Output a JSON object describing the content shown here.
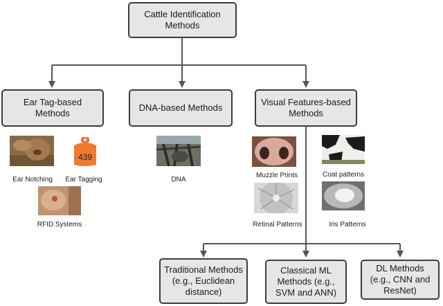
{
  "nodes": {
    "root": "Cattle Identification\nMethods",
    "ear_tag": "Ear Tag-based\nMethods",
    "dna": "DNA-based Methods",
    "visual": "Visual Features-based\nMethods",
    "traditional": "Traditional Methods\n(e.g., Euclidean\ndistance)",
    "classical_ml": "Classical ML\nMethods (e.g.,\nSVM and ANN)",
    "dl": "DL Methods\n(e.g., CNN and\nResNet)"
  },
  "captions": {
    "ear_notching": "Ear Notching",
    "ear_tagging": "Ear Tagging",
    "rfid": "RFID Systems",
    "dna": "DNA",
    "muzzle": "Muzzle Prints",
    "coat": "Coat patterns",
    "retinal": "Retinal Patterns",
    "iris": "Iris Patterns"
  },
  "tag_number": "439"
}
